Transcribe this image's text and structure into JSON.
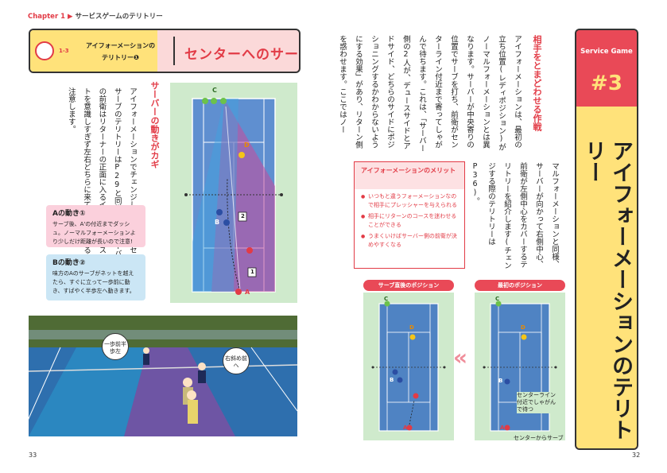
{
  "header": {
    "chapter_label": "Chapter 1",
    "chapter_title": "サービスゲームのテリトリー"
  },
  "section": {
    "number": "1-3",
    "subtitle_line1": "アイフォーメーションの",
    "subtitle_line2": "テリトリー❶",
    "title": "センターへのサーブ"
  },
  "left": {
    "heading": "サーバーの動きがカギ",
    "body": "アイフォーメーションでチェンジしない場合、センターサーブのテリトリーはP29と同様です。サーバー側の前衛はリターナーの正面に入るイメージで、ストレートを意識しすぎず左右どちらに来ても対応できるように注意します。",
    "motion_a": {
      "title": "Aの動き①",
      "text": "サーブ後、A'の付近までダッシュ。ノーマルフォーメーションより少しだけ距離が長いので注意!"
    },
    "motion_b": {
      "title": "Bの動き②",
      "text": "味方のAのサーブがネットを越えたら、すぐに立って一歩前に動き、すばやく半歩左へ動きます。"
    },
    "court_labels": {
      "c": "C",
      "d": "D",
      "b": "B",
      "a": "A",
      "step1": "1",
      "step2": "2"
    },
    "photo_bubbles": [
      "一歩前半歩左",
      "右斜め前へ"
    ]
  },
  "right": {
    "heading": "相手をとまどわせる作戦",
    "body": "アイフォーメーションは、最初の立ち位置(レディポジション)がノーマルフォーメーションとは異なります。サーバーが中央寄りの位置でサーブを打ち、前衛がセンターライン付近まで寄ってしゃがんで待ちます。これは、「サーバー側の2人が、デュースサイドとアドサイド、どちらのサイドにポジショニングするかわからないようにする効果」があり、リターン側を惑わせます。ここではノー",
    "body2": "マルフォーメーションと同様、サーバーが向かって右側中心、前衛が左側中心をカバーするテリトリーを紹介します(チェンジする際のテリトリーはP36)。",
    "merit_title": "アイフォーメーションのメリット",
    "merits": [
      "いつもと違うフォーメーションなので相手にプレッシャーを与えられる",
      "相手にリターンのコースを迷わせることができる",
      "うまくいけばサーバー側の前衛が決めやすくなる"
    ],
    "pos_after": "サーブ直後のポジション",
    "pos_initial": "最初のポジション",
    "note_center": "センターライン付近でしゃがんで待つ",
    "note_serve": "センターからサーブ",
    "series_label": "Service Game",
    "series_number": "#3",
    "big_title": "アイフォーメーションのテリトリー"
  },
  "pages": {
    "left": "33",
    "right": "32"
  },
  "colors": {
    "accent": "#e23b46",
    "yellow": "#ffe27a",
    "court": "#4f83c3",
    "grass": "#cfeacc"
  }
}
